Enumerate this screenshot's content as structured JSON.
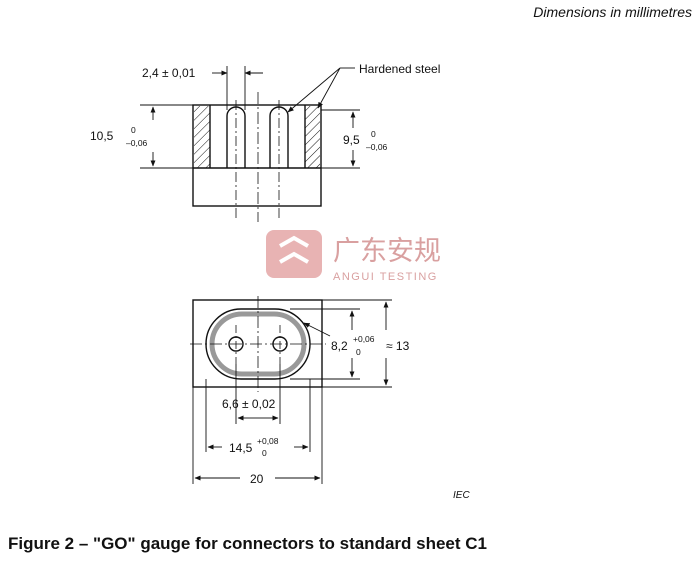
{
  "units_note": "Dimensions in millimetres",
  "material_label": "Hardened steel",
  "side_view": {
    "gap": "2,4 ± 0,01",
    "height_left": {
      "nominal": "10,5",
      "upper": "0",
      "lower": "–0,06"
    },
    "height_right": {
      "nominal": "9,5",
      "upper": "0",
      "lower": "–0,06"
    }
  },
  "plan_view": {
    "pin_spacing": "6,6 ± 0,02",
    "slot_width": {
      "nominal": "14,5",
      "upper": "+0,08",
      "lower": "0"
    },
    "overall_width": "20",
    "slot_height": {
      "nominal": "8,2",
      "upper": "+0,06",
      "lower": "0"
    },
    "overall_height": "≈ 13"
  },
  "watermark": {
    "cn": "广东安规",
    "en": "ANGUI TESTING",
    "color": "#d9a0a0"
  },
  "source": "IEC",
  "caption": "Figure 2 – \"GO\" gauge for connectors to standard sheet C1"
}
